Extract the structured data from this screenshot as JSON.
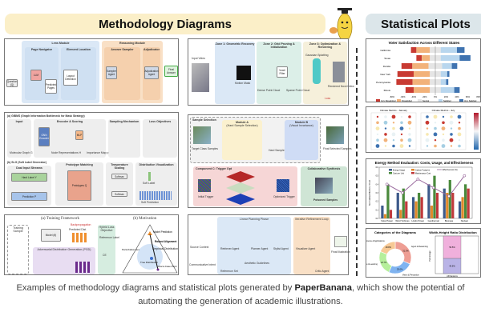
{
  "headers": {
    "methodology": "Methodology Diagrams",
    "statistical": "Statistical Plots"
  },
  "left_panels": {
    "p1": {
      "lens": "Lens Module",
      "page_nav": "Page Navigator",
      "element": "Element Location",
      "reasoning": "Reasoning Module",
      "answer_sampler": "Answer Sampler",
      "adjudicator": "Adjudicator",
      "llm": "LLM",
      "question": "Question (Q)",
      "predicted_pages": "Predicted Pages",
      "layout": "Layout Detection",
      "sampler_agent": "Sampler Agent",
      "adjudication_agent": "Adjudication Agent",
      "final_answer": "Final Answer"
    },
    "p2": {
      "title_a": "(a) GIBMS (Graph Information Bottleneck for Mask Strategy)",
      "input": "Input",
      "encoder": "Encoder & Scoring",
      "sampling": "Sampling Mechanism",
      "loss": "Loss Objectives",
      "gnn": "GNN Encoder",
      "mlp": "MLP",
      "mol": "Molecular Graph G",
      "nodes": "Node Representations H",
      "imp": "Importance Map p",
      "title_b": "(b) SLG (Soft Label Generator)",
      "proto": "Prototype Matching",
      "temp": "Temperature Scaling",
      "dist": "Distribution Visualization",
      "dual": "Dual Input Streams",
      "hard": "Hard Label Y",
      "pred": "Prediction P",
      "prototypes": "Prototypes Q",
      "softmax": "Softmax",
      "soft_label": "Soft Label",
      "soft_pred": "Soft Prediction"
    },
    "p3": {
      "title_a": "(a) Training Framework",
      "title_b": "(b) Motivation",
      "backprop": "Backpropagation",
      "train": "Training Sample",
      "model": "Model (θ)",
      "predicted": "Predicted Dist.",
      "adg": "Adversarial Distribution Generation (PGD)",
      "hybrid": "Hybrid Loss Objective",
      "ref": "Reference Label",
      "ce": "CE",
      "model_pred": "Model Prediction",
      "robust": "Robust Alignment",
      "empirical": "Empirical Distribution",
      "perturb": "Perturbation Set",
      "true_dist": "True Distribution",
      "worst": "Worst-Case Point"
    }
  },
  "center_panels": {
    "p1": {
      "input": "Input Video",
      "zone1": "Zone 1: Geometric Recovery",
      "zone2": "Zone 2: Grid Pruning & Initialization",
      "zone3": "Zone 3: Optimization & Rendering",
      "motion": "Motion Mask",
      "dense": "Dense Point Cloud",
      "voxel": "Voxel Filter",
      "sparse": "Sparse Point Cloud",
      "gs": "Gaussian Splatting",
      "novel": "Rendered Novel View",
      "loss": "Loss"
    },
    "p2": {
      "sample": "Sample Selection",
      "mod_a": "Module A",
      "mod_a_sub": "(Hard Sample Selection)",
      "mod_b": "Module B",
      "mod_b_sub": "(Visual Invariance)",
      "target": "Target Class Samples",
      "hard": "Hard Samples",
      "final": "Final Selected Samples",
      "comp_c": "Component C: Trigger Opt",
      "initial": "Initial Trigger",
      "optimized": "Optimized Trigger",
      "collab": "Collaborative Synthesis",
      "poisoned": "Poisoned Samples"
    },
    "p3": {
      "linear": "Linear Planning Phase",
      "iter": "Iterative Refinement Loop",
      "source": "Source Context",
      "intent": "Communicative Intent",
      "retriever": "Retriever Agent",
      "planner": "Planner Agent",
      "stylist": "Stylist Agent",
      "visualizer": "Visualizer Agent",
      "critic": "Critic Agent",
      "final": "Final Illustration",
      "guidelines": "Aesthetic Guidelines",
      "ref": "Reference Set"
    }
  },
  "chart_data": [
    {
      "type": "bar",
      "orientation": "horizontal-diverging",
      "title": "Voter Satisfaction Across Different States",
      "categories": [
        "California",
        "Texas",
        "Florida",
        "New York",
        "Pennsylvania",
        "Illinois"
      ],
      "series": [
        {
          "name": "Very Dissatisfied",
          "color": "#c83a32",
          "values": [
            10,
            10,
            20,
            30,
            30,
            15
          ]
        },
        {
          "name": "Dissatisfied",
          "color": "#f2b27a",
          "values": [
            25,
            15,
            30,
            30,
            32,
            30
          ]
        },
        {
          "name": "Neutral",
          "color": "#e5e5e5",
          "values": [
            20,
            20,
            25,
            20,
            20,
            20
          ]
        },
        {
          "name": "Satisfied",
          "color": "#b8d6ee",
          "values": [
            30,
            35,
            18,
            12,
            10,
            25
          ]
        },
        {
          "name": "Very Satisfied",
          "color": "#3f73b0",
          "values": [
            14,
            20,
            10,
            4,
            4,
            10
          ]
        }
      ],
      "xticks": [
        "-80%",
        "-60%",
        "-40%",
        "-20%",
        "0%",
        "20%",
        "40%",
        "60%",
        "80%"
      ]
    },
    {
      "type": "heatmap",
      "titles": [
        "Climate Metrics - January",
        "Climate Metrics - July"
      ]
    },
    {
      "type": "bar",
      "title": "Energy Method Evaluation: Costs, Usage, and Effectiveness",
      "ylabel": "Normalized Metrics / Cost",
      "categories": [
        "Solar Power",
        "Wind Turbines",
        "Hydro Power",
        "Geothermal",
        "Biomass",
        "Nuclear"
      ],
      "ylim": [
        0,
        0.6
      ],
      "series": [
        {
          "name": "Energy Usage",
          "color": "#3d5a8a",
          "values": [
            0.15,
            0.3,
            0.25,
            0.4,
            0.35,
            0.2
          ]
        },
        {
          "name": "Carbon Footprint",
          "color": "#e08a2c",
          "values": [
            0.05,
            0.1,
            0.2,
            0.15,
            0.3,
            0.25
          ]
        },
        {
          "name": "Cost per Unit",
          "color": "#4a8a3c",
          "values": [
            0.4,
            0.35,
            0.3,
            0.5,
            0.45,
            0.4
          ]
        },
        {
          "name": "Maintenance Cost",
          "color": "#c0393b",
          "values": [
            0.1,
            0.2,
            0.25,
            0.3,
            0.3,
            0.35
          ]
        }
      ],
      "line": {
        "name": "Effectiveness (%)",
        "color": "#9a6a9e",
        "values": [
          75,
          70,
          78,
          73,
          68,
          80
        ],
        "ylim": [
          55,
          85
        ]
      }
    },
    {
      "type": "pie",
      "title": "Categories of the Diagrams",
      "labels": [
        "Agent & Reasoning",
        "Vision & Perception",
        "Generative & Learning",
        "Science & Applications"
      ],
      "values": [
        31.5,
        25.0,
        24.7,
        18.8
      ],
      "colors": [
        "#ee9e94",
        "#7fb3f0",
        "#b6ef9b",
        "#f7c995"
      ]
    },
    {
      "type": "bar",
      "title": "Width-Height Ratio Distribution",
      "ylabel": "Percentage",
      "categories": [
        "All Diagrams"
      ],
      "series": [
        {
          "color": "#b9b3e6",
          "values": [
            40.5
          ]
        },
        {
          "color": "#f0b0dc",
          "values": [
            59.5
          ]
        }
      ]
    }
  ],
  "caption": {
    "before": "Examples of methodology diagrams and statistical plots generated by ",
    "brand": "PaperBanana",
    "after": ", which show the potential of automating the generation of academic illustrations."
  },
  "colors": {
    "methodology_banner": "#fbefc8",
    "statistical_banner": "#dce6ea"
  }
}
